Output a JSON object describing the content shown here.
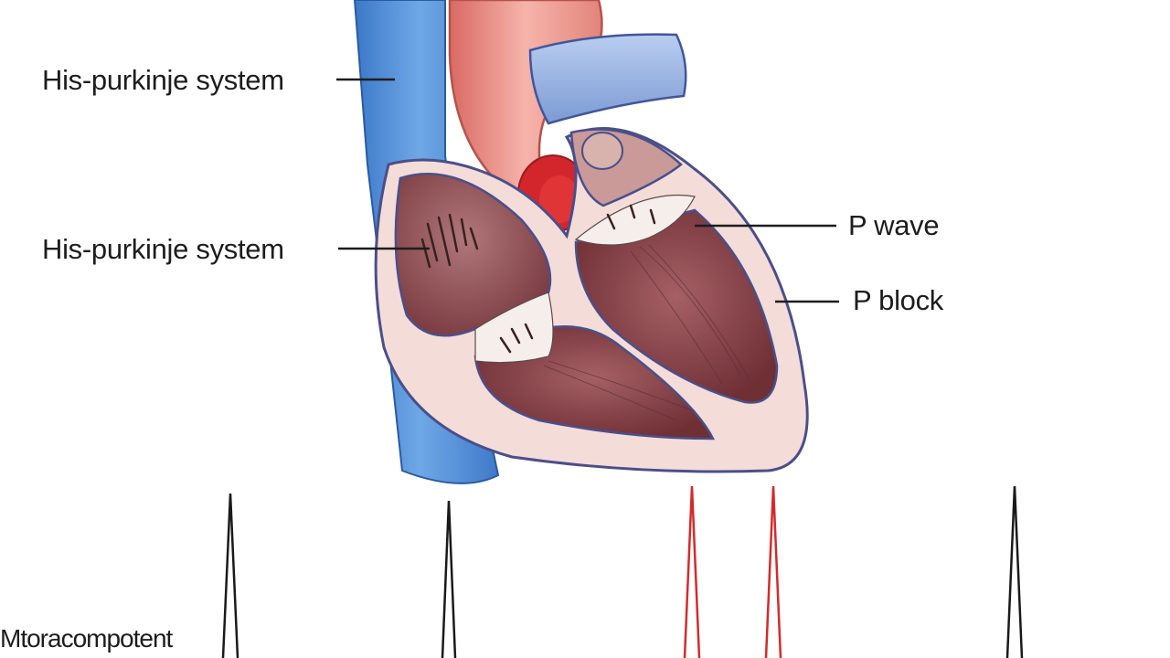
{
  "labels": {
    "his_purkinje_top": "His-purkinje system",
    "his_purkinje_middle": "His-purkinje system",
    "p_wave": "P wave",
    "p_block": "P block",
    "bottom_caption": "Mtoracompotent"
  },
  "colors": {
    "vein_blue": "#5b97d8",
    "aorta_red": "#e8867f",
    "pulmonary_blue": "#9bb4e0",
    "myocardium": "#f4dcd8",
    "chamber": "#8a4448",
    "spike_black": "#1a1a1a",
    "spike_red": "#d42a2a"
  },
  "icons": [
    "heart-illustration",
    "ecg-spikes"
  ]
}
